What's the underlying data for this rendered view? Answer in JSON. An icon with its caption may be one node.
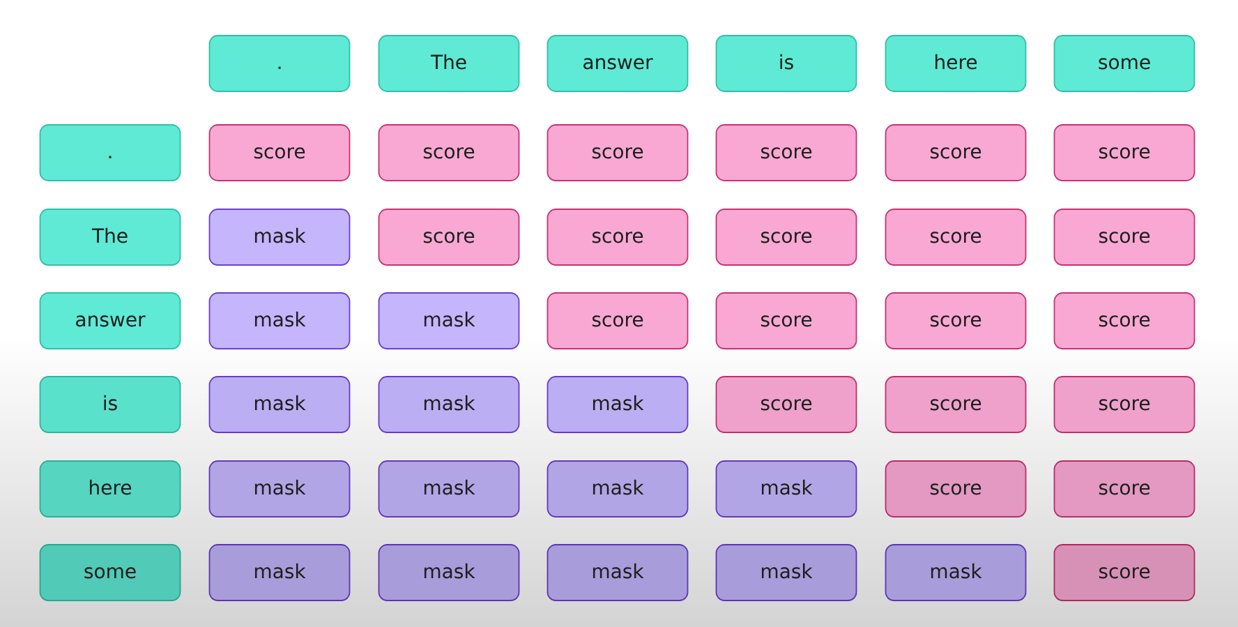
{
  "diagram": {
    "nodes": [
      {
        "text": [
          "."
        ]
      },
      {
        "text": [
          "The"
        ]
      },
      {
        "text": [
          "answer"
        ]
      },
      {
        "text": [
          "is"
        ]
      },
      {
        "text": [
          "here"
        ]
      },
      {
        "text": [
          "some"
        ]
      },
      {
        "text": [
          "."
        ]
      },
      {
        "text": [
          "score"
        ]
      },
      {
        "text": [
          "score"
        ]
      },
      {
        "text": [
          "score"
        ]
      },
      {
        "text": [
          "score"
        ]
      },
      {
        "text": [
          "score"
        ]
      },
      {
        "text": [
          "score"
        ]
      },
      {
        "text": [
          "The"
        ]
      },
      {
        "text": [
          "mask"
        ]
      },
      {
        "text": [
          "score"
        ]
      },
      {
        "text": [
          "score"
        ]
      },
      {
        "text": [
          "score"
        ]
      },
      {
        "text": [
          "score"
        ]
      },
      {
        "text": [
          "score"
        ]
      },
      {
        "text": [
          "answer"
        ]
      },
      {
        "text": [
          "mask"
        ]
      },
      {
        "text": [
          "mask"
        ]
      },
      {
        "text": [
          "score"
        ]
      },
      {
        "text": [
          "score"
        ]
      },
      {
        "text": [
          "score"
        ]
      },
      {
        "text": [
          "score"
        ]
      },
      {
        "text": [
          "is"
        ]
      },
      {
        "text": [
          "mask"
        ]
      },
      {
        "text": [
          "mask"
        ]
      },
      {
        "text": [
          "mask"
        ]
      },
      {
        "text": [
          "score"
        ]
      },
      {
        "text": [
          "score"
        ]
      },
      {
        "text": [
          "score"
        ]
      },
      {
        "text": [
          "here"
        ]
      },
      {
        "text": [
          "mask"
        ]
      },
      {
        "text": [
          "mask"
        ]
      },
      {
        "text": [
          "mask"
        ]
      },
      {
        "text": [
          "mask"
        ]
      },
      {
        "text": [
          "score"
        ]
      },
      {
        "text": [
          "score"
        ]
      },
      {
        "text": [
          "some"
        ]
      },
      {
        "text": [
          "mask"
        ]
      },
      {
        "text": [
          "mask"
        ]
      },
      {
        "text": [
          "mask"
        ]
      },
      {
        "text": [
          "mask"
        ]
      },
      {
        "text": [
          "mask"
        ]
      },
      {
        "text": [
          "score"
        ]
      }
    ]
  }
}
